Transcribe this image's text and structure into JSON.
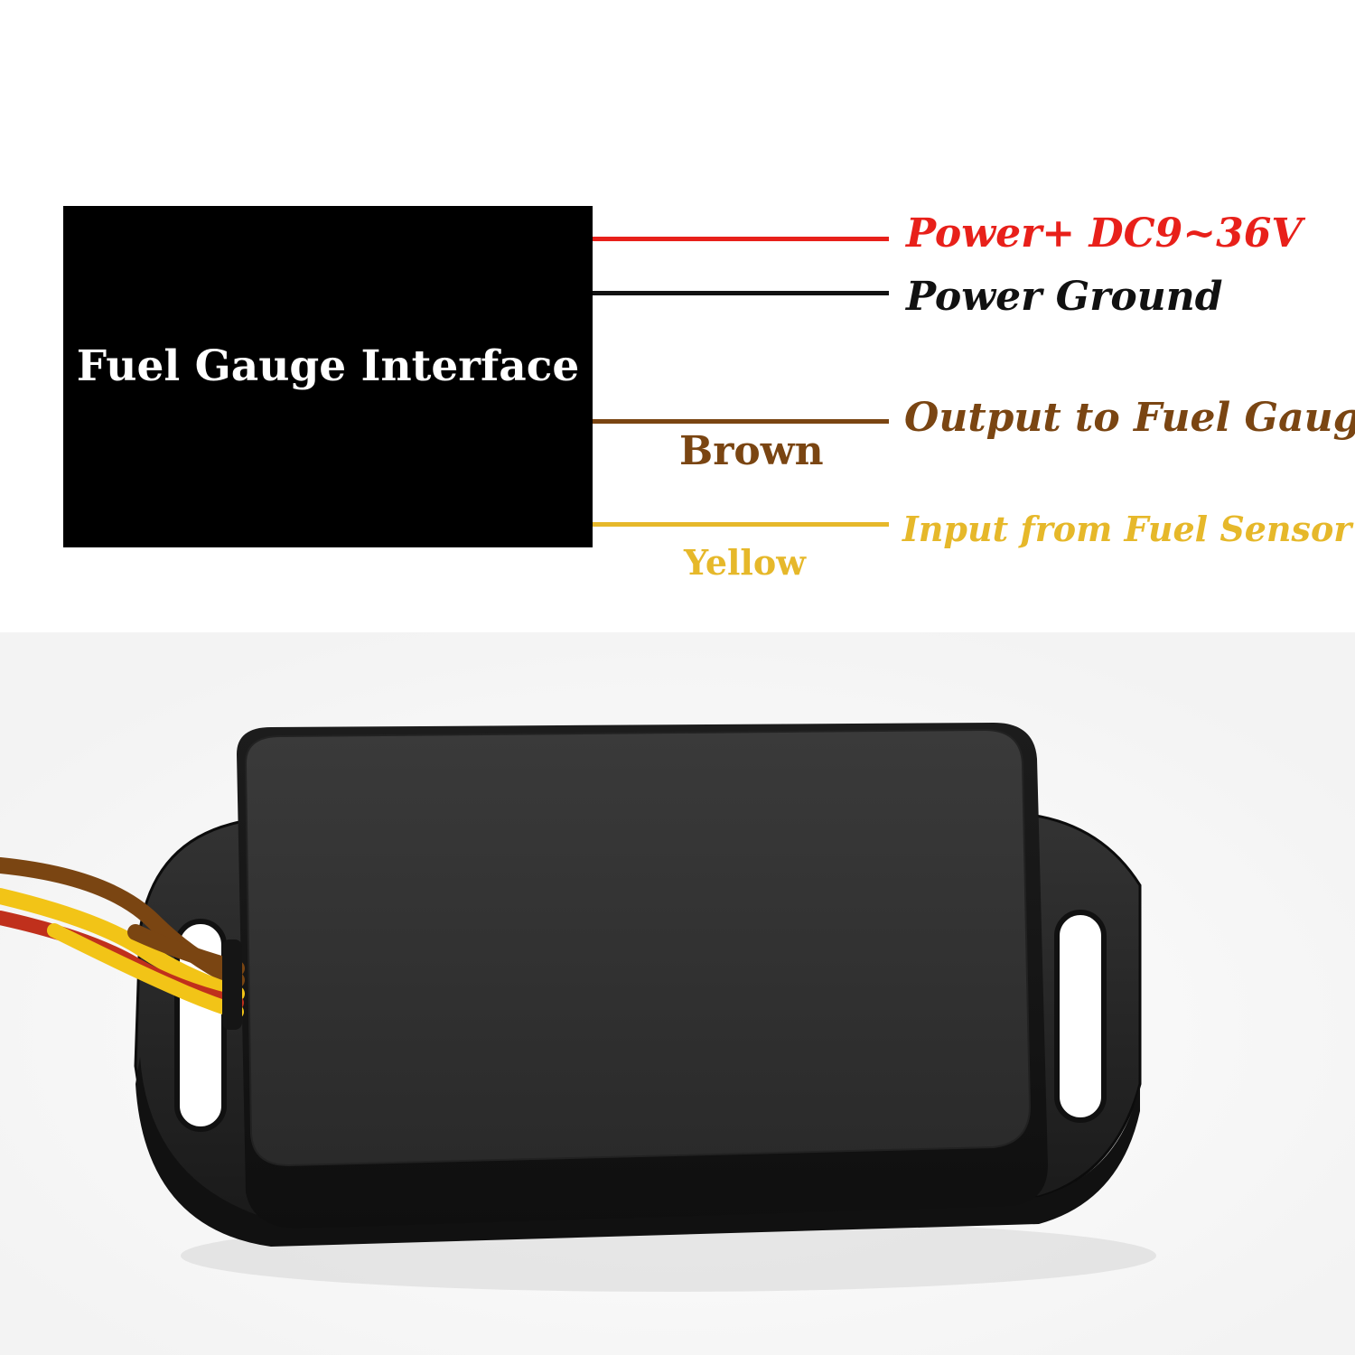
{
  "diagram": {
    "box_title": "Fuel Gauge Interface",
    "wires": [
      {
        "label": "Power+ DC9~36V",
        "color": "#e8201a",
        "color_name": ""
      },
      {
        "label": "Power Ground",
        "color": "#111111",
        "color_name": ""
      },
      {
        "label": "Output to Fuel Gauge",
        "color": "#7a4512",
        "color_name": "Brown"
      },
      {
        "label": "Input from Fuel Sensor",
        "color": "#e6b82a",
        "color_name": "Yellow"
      }
    ]
  },
  "photo": {
    "subject": "black-module-icon",
    "housing_color": "#2b2b2b",
    "wire_colors": [
      "#7a4512",
      "#f2c417",
      "#c0301c"
    ]
  }
}
